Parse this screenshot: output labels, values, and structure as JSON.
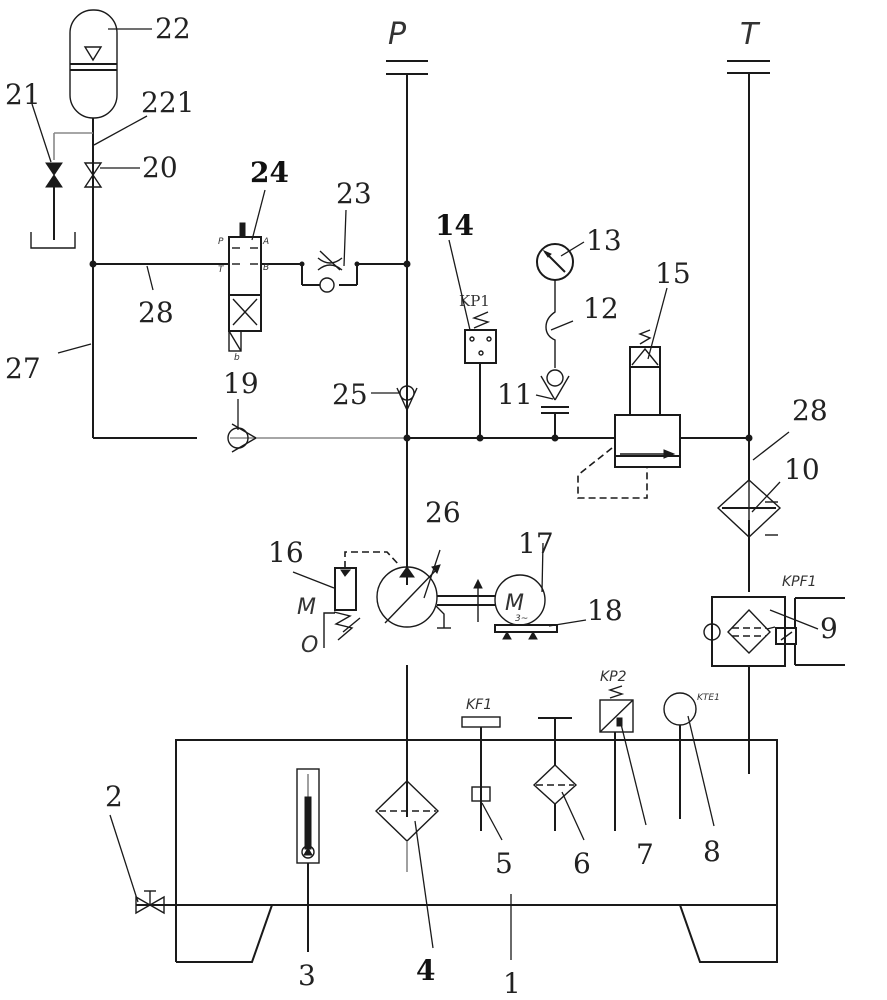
{
  "diagram": {
    "type": "hydraulic-schematic",
    "ports": {
      "pressure": "P",
      "tank": "T"
    },
    "motor_symbol": "M",
    "motor_phase": "3~",
    "pump_control_labels": {
      "upper": "M",
      "lower": "O"
    },
    "valve_port_letters": {
      "p": "P",
      "a": "A",
      "t": "T",
      "b": "B",
      "solenoid": "b"
    },
    "sensor_tags": {
      "pressure_switch": "KP1",
      "level_switch": "KF1",
      "pressure_switch_2": "KP2",
      "temperature_sensor": "KTE1",
      "filter_pressure_switch": "KPF1"
    },
    "components": [
      {
        "id": "1",
        "name": "oil tank"
      },
      {
        "id": "2",
        "name": "drain valve"
      },
      {
        "id": "3",
        "name": "level/temperature gauge"
      },
      {
        "id": "4",
        "name": "suction filter"
      },
      {
        "id": "5",
        "name": "level switch"
      },
      {
        "id": "6",
        "name": "air breather filter"
      },
      {
        "id": "7",
        "name": "pressure switch"
      },
      {
        "id": "8",
        "name": "temperature sensor"
      },
      {
        "id": "9",
        "name": "return filter with bypass"
      },
      {
        "id": "10",
        "name": "cooler"
      },
      {
        "id": "11",
        "name": "measuring coupling"
      },
      {
        "id": "12",
        "name": "gauge hose"
      },
      {
        "id": "13",
        "name": "pressure gauge"
      },
      {
        "id": "14",
        "name": "pressure switch"
      },
      {
        "id": "15",
        "name": "relief valve"
      },
      {
        "id": "16",
        "name": "pump controller"
      },
      {
        "id": "17",
        "name": "electric motor"
      },
      {
        "id": "18",
        "name": "motor base"
      },
      {
        "id": "19",
        "name": "check valve"
      },
      {
        "id": "20",
        "name": "shut-off valve"
      },
      {
        "id": "21",
        "name": "drain valve"
      },
      {
        "id": "22",
        "name": "accumulator"
      },
      {
        "id": "221",
        "name": "accumulator line"
      },
      {
        "id": "23",
        "name": "throttle check valve"
      },
      {
        "id": "24",
        "name": "directional valve"
      },
      {
        "id": "25",
        "name": "check valve"
      },
      {
        "id": "26",
        "name": "variable pump"
      },
      {
        "id": "27",
        "name": "line"
      },
      {
        "id": "28",
        "name": "line"
      }
    ],
    "labels": {
      "l1": "1",
      "l2": "2",
      "l3": "3",
      "l4": "4",
      "l5": "5",
      "l6": "6",
      "l7": "7",
      "l8": "8",
      "l9": "9",
      "l10": "10",
      "l11": "11",
      "l12": "12",
      "l13": "13",
      "l14": "14",
      "l15": "15",
      "l16": "16",
      "l17": "17",
      "l18": "18",
      "l19": "19",
      "l20": "20",
      "l21": "21",
      "l22": "22",
      "l221": "221",
      "l23": "23",
      "l24": "24",
      "l25": "25",
      "l26": "26",
      "l27": "27",
      "l28a": "28",
      "l28b": "28"
    }
  }
}
